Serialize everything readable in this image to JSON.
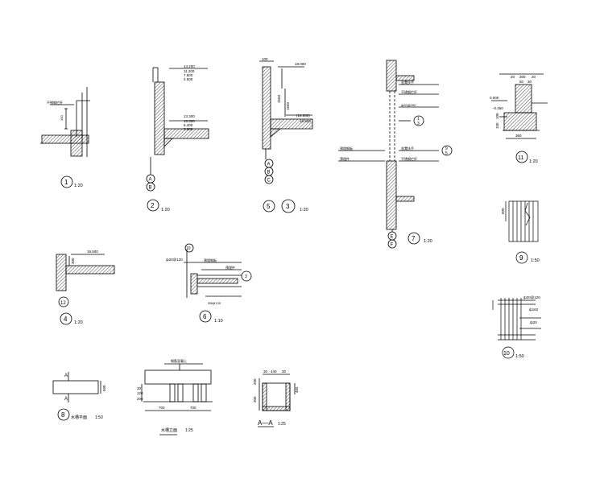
{
  "details": {
    "d1": {
      "label": "1",
      "scale": "1:20",
      "dims": [
        "100"
      ],
      "note": "不锈钢栏杆"
    },
    "d2": {
      "label": "2",
      "scale": "1:20",
      "levels": [
        "14.200",
        "11.200",
        "7.600",
        "4.600",
        "13.300",
        "10.300",
        "6.400",
        "3.600"
      ],
      "axes": [
        "A",
        "B"
      ]
    },
    "d5": {
      "label": "5",
      "label2": "3",
      "scale": "1:20",
      "levels": [
        "18.000",
        "(16.850)",
        "16.500"
      ],
      "dims": [
        "100",
        "1550",
        "1550"
      ],
      "axes": [
        "A",
        "B",
        "C"
      ]
    },
    "d7": {
      "label": "7",
      "scale": "1:20",
      "axes": [
        "E",
        "F"
      ],
      "notes": [
        "坐凳扶手",
        "不锈钢栏杆",
        "ф20@150",
        "预埋钢板",
        "预埋件",
        "坐凳扶手",
        "不锈钢栏杆"
      ],
      "refs": [
        "1",
        "3",
        "9",
        "5"
      ]
    },
    "d11": {
      "label": "11",
      "scale": "1:20",
      "dims": [
        "20",
        "300",
        "20",
        "50",
        "30",
        "360",
        "150",
        "100"
      ],
      "levels": [
        "0.000",
        "-0.450"
      ]
    },
    "d9": {
      "label": "9",
      "scale": "1:50",
      "dims": [
        "600"
      ]
    },
    "d12": {
      "label": "12",
      "label2": "4",
      "scale": "1:20",
      "levels": [
        "19.500"
      ],
      "dims": [
        "300"
      ]
    },
    "d6": {
      "label": "6",
      "scale": "1:10",
      "dims": [
        "ф20@120"
      ],
      "notes": [
        "预埋钢板",
        "预埋件",
        "Φ8@120"
      ],
      "refs": [
        "10",
        "3"
      ]
    },
    "d10": {
      "label": "10",
      "scale": "1:50",
      "dims": [
        "ф20@120",
        "ф162",
        "ф20"
      ]
    },
    "d8": {
      "label": "8",
      "title": "水槽平面",
      "scale": "1:50",
      "section_marks": [
        "A",
        "A"
      ],
      "dims": [
        "500"
      ]
    },
    "trough": {
      "title": "水槽立面",
      "scale": "1:25",
      "dims": [
        "700",
        "700",
        "30",
        "120",
        "200"
      ],
      "note": "钢筋混凝土"
    },
    "sectionAA": {
      "title": "A—A",
      "scale": "1:25",
      "dims": [
        "30",
        "440",
        "30",
        "200",
        "300",
        "465"
      ]
    }
  }
}
